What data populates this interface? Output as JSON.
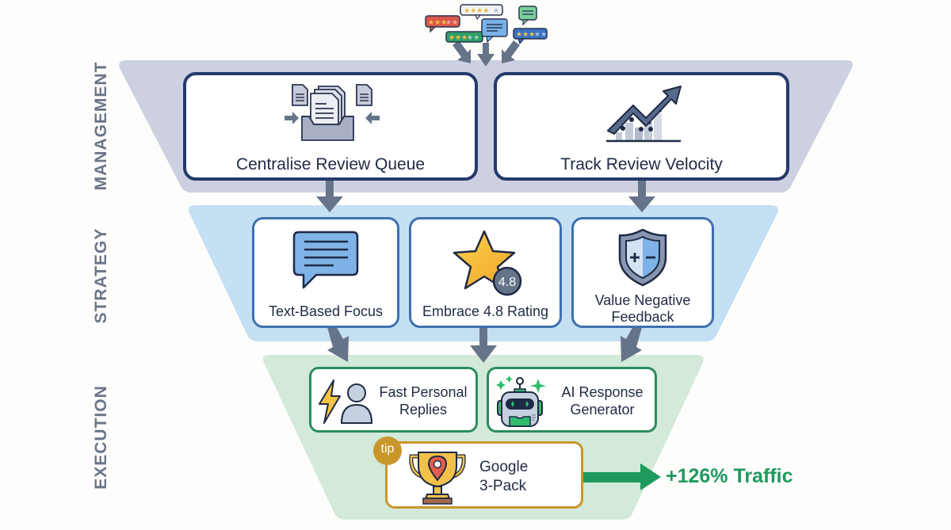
{
  "diagram": {
    "type": "funnel",
    "colors": {
      "management_band": "#cdd0e0",
      "strategy_band": "#c5dff3",
      "execution_band": "#d3e9d9",
      "arrow": "#66748a",
      "traffic_green": "#1e9a5c",
      "gold": "#c9962b"
    }
  },
  "stages": {
    "management": {
      "label": "MANAGEMENT",
      "cards": [
        {
          "label": "Centralise Review Queue",
          "icon": "inbox-documents-icon"
        },
        {
          "label": "Track Review Velocity",
          "icon": "trend-chart-icon"
        }
      ]
    },
    "strategy": {
      "label": "STRATEGY",
      "cards": [
        {
          "label": "Text-Based Focus",
          "icon": "chat-bubble-icon"
        },
        {
          "label": "Embrace 4.8 Rating",
          "icon": "star-rating-icon",
          "badge": "4.8"
        },
        {
          "label": "Value Negative Feedback",
          "line1": "Value Negative",
          "line2": "Feedback",
          "icon": "shield-plus-minus-icon"
        }
      ]
    },
    "execution": {
      "label": "EXECUTION",
      "cards": [
        {
          "label": "Fast Personal Replies",
          "line1": "Fast Personal",
          "line2": "Replies",
          "icon": "lightning-person-icon"
        },
        {
          "label": "AI Response Generator",
          "line1": "AI Response",
          "line2": "Generator",
          "icon": "robot-icon"
        }
      ],
      "goal": {
        "label": "Google 3-Pack",
        "line1": "Google",
        "line2": "3-Pack",
        "tip": "tip",
        "icon": "trophy-pin-icon"
      }
    }
  },
  "outcome": {
    "label": "+126% Traffic"
  },
  "input_reviews": {
    "icon": "review-bubbles-icon",
    "count": 6
  }
}
